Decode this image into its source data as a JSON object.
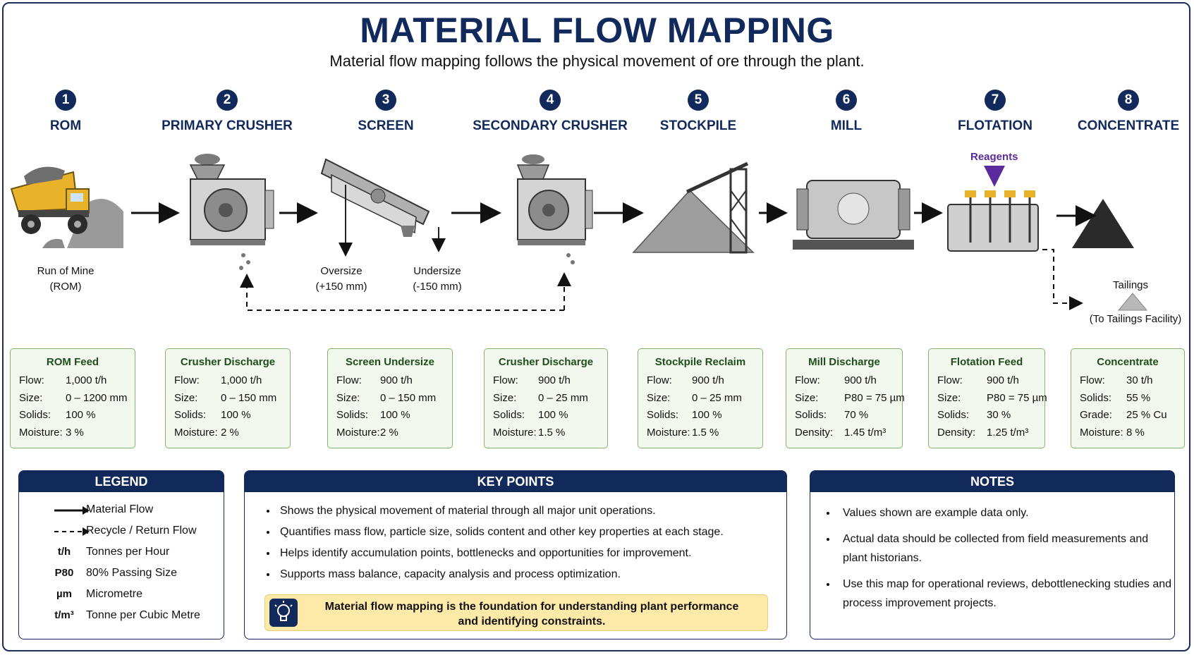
{
  "title": "MATERIAL FLOW MAPPING",
  "subtitle": "Material flow mapping follows the physical movement of ore through the plant.",
  "steps": [
    {
      "num": "1",
      "name": "ROM"
    },
    {
      "num": "2",
      "name": "PRIMARY CRUSHER"
    },
    {
      "num": "3",
      "name": "SCREEN"
    },
    {
      "num": "4",
      "name": "SECONDARY CRUSHER"
    },
    {
      "num": "5",
      "name": "STOCKPILE"
    },
    {
      "num": "6",
      "name": "MILL"
    },
    {
      "num": "7",
      "name": "FLOTATION"
    },
    {
      "num": "8",
      "name": "CONCENTRATE"
    }
  ],
  "labels": {
    "rom_line1": "Run of Mine",
    "rom_line2": "(ROM)",
    "oversize_line1": "Oversize",
    "oversize_line2": "(+150 mm)",
    "undersize_line1": "Undersize",
    "undersize_line2": "(-150 mm)",
    "reagents": "Reagents",
    "tailings_line1": "Tailings",
    "tailings_line2": "(To Tailings Facility)"
  },
  "boxes": [
    {
      "title": "ROM Feed",
      "rows": [
        {
          "k": "Flow:",
          "v": "1,000 t/h"
        },
        {
          "k": "Size:",
          "v": "0 – 1200 mm"
        },
        {
          "k": "Solids:",
          "v": "100 %"
        },
        {
          "k": "Moisture:",
          "v": "3 %"
        }
      ]
    },
    {
      "title": "Crusher Discharge",
      "rows": [
        {
          "k": "Flow:",
          "v": "1,000 t/h"
        },
        {
          "k": "Size:",
          "v": "0 – 150 mm"
        },
        {
          "k": "Solids:",
          "v": "100 %"
        },
        {
          "k": "Moisture:",
          "v": "2 %"
        }
      ]
    },
    {
      "title": "Screen Undersize",
      "rows": [
        {
          "k": "Flow:",
          "v": "900 t/h"
        },
        {
          "k": "Size:",
          "v": "0 – 150 mm"
        },
        {
          "k": "Solids:",
          "v": "100 %"
        },
        {
          "k": "Moisture:",
          "v": "2 %"
        }
      ]
    },
    {
      "title": "Crusher Discharge",
      "rows": [
        {
          "k": "Flow:",
          "v": "900 t/h"
        },
        {
          "k": "Size:",
          "v": "0 – 25 mm"
        },
        {
          "k": "Solids:",
          "v": "100 %"
        },
        {
          "k": "Moisture:",
          "v": "1.5 %"
        }
      ]
    },
    {
      "title": "Stockpile Reclaim",
      "rows": [
        {
          "k": "Flow:",
          "v": "900 t/h"
        },
        {
          "k": "Size:",
          "v": "0 – 25 mm"
        },
        {
          "k": "Solids:",
          "v": "100 %"
        },
        {
          "k": "Moisture:",
          "v": "1.5 %"
        }
      ]
    },
    {
      "title": "Mill Discharge",
      "rows": [
        {
          "k": "Flow:",
          "v": "900 t/h"
        },
        {
          "k": "Size:",
          "v": "P80 = 75 µm"
        },
        {
          "k": "Solids:",
          "v": "70 %"
        },
        {
          "k": "Density:",
          "v": "1.45 t/m³"
        }
      ]
    },
    {
      "title": "Flotation Feed",
      "rows": [
        {
          "k": "Flow:",
          "v": "900 t/h"
        },
        {
          "k": "Size:",
          "v": "P80 = 75 µm"
        },
        {
          "k": "Solids:",
          "v": "30 %"
        },
        {
          "k": "Density:",
          "v": "1.25 t/m³"
        }
      ]
    },
    {
      "title": "Concentrate",
      "rows": [
        {
          "k": "Flow:",
          "v": "30 t/h"
        },
        {
          "k": "Solids:",
          "v": "55 %"
        },
        {
          "k": "Grade:",
          "v": "25 % Cu"
        },
        {
          "k": "Moisture:",
          "v": "8 %"
        }
      ]
    }
  ],
  "legend": {
    "title": "LEGEND",
    "items": [
      {
        "sym": "",
        "text": "Material Flow"
      },
      {
        "sym": "",
        "text": "Recycle / Return Flow"
      },
      {
        "sym": "t/h",
        "text": "Tonnes per Hour"
      },
      {
        "sym": "P80",
        "text": "80% Passing Size"
      },
      {
        "sym": "µm",
        "text": "Micrometre"
      },
      {
        "sym": "t/m³",
        "text": "Tonne per Cubic Metre"
      }
    ]
  },
  "key_points": {
    "title": "KEY POINTS",
    "items": [
      "Shows the physical movement of material through all major unit operations.",
      "Quantifies mass flow, particle size, solids content and other key properties at each stage.",
      "Helps identify accumulation points, bottlenecks and opportunities for improvement.",
      "Supports mass balance, capacity analysis and process optimization."
    ],
    "callout_line1": "Material flow mapping is the foundation for understanding plant performance",
    "callout_line2": "and identifying constraints."
  },
  "notes": {
    "title": "NOTES",
    "items": [
      "Values shown are example data only.",
      "Actual data should be collected from field measurements and plant historians.",
      "Use this map for operational reviews, debottlenecking studies and process improvement projects."
    ]
  },
  "colors": {
    "navy": "#12295c",
    "box_border": "#86b46c",
    "box_fill": "#f3f8ee",
    "box_title": "#1f4d1b",
    "reagent": "#5b2a9b",
    "callout": "#fde9a8",
    "truck": "#e8b22a"
  },
  "icons": [
    "dump-truck-icon",
    "jaw-crusher-icon",
    "vibrating-screen-icon",
    "cone-crusher-icon",
    "stockpile-conveyor-icon",
    "ball-mill-icon",
    "flotation-cells-icon",
    "concentrate-pile-icon",
    "tailings-pile-icon",
    "lightbulb-icon"
  ]
}
